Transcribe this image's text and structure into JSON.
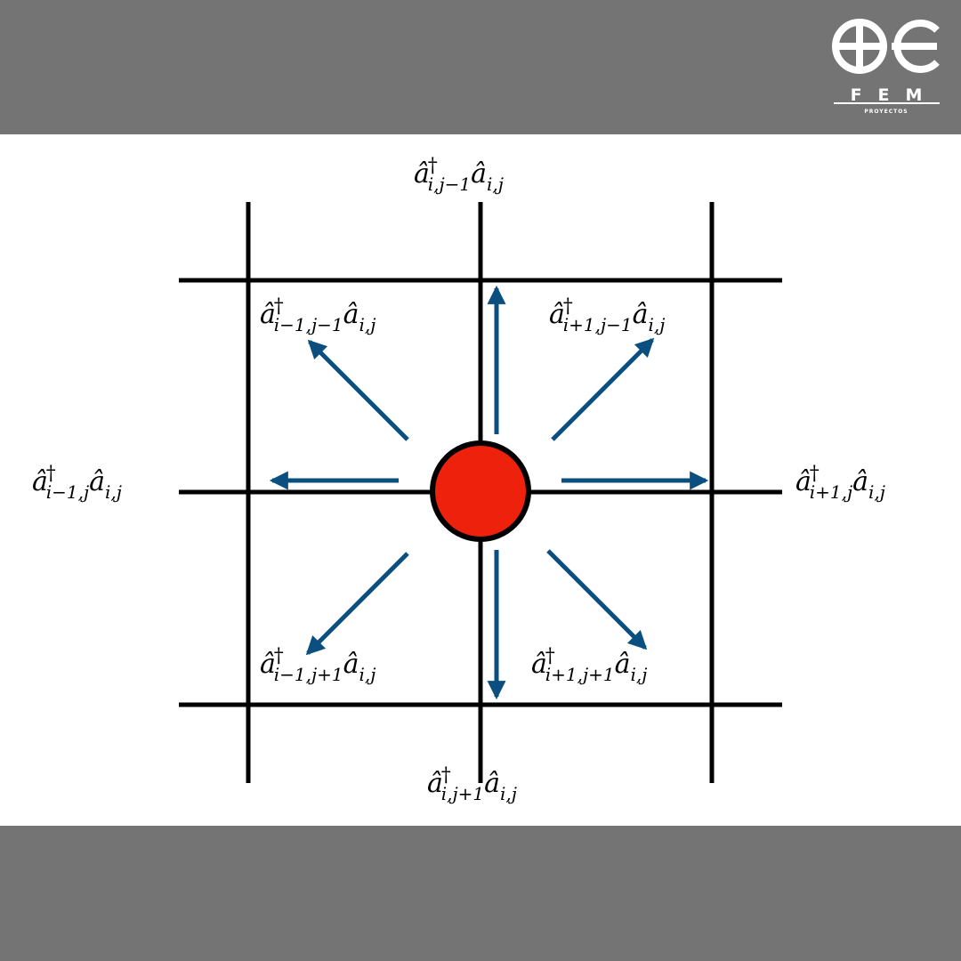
{
  "logo": {
    "wordmark": "FEM",
    "tagline": "PROYECTOS"
  },
  "colors": {
    "background_band": "#747474",
    "panel": "#ffffff",
    "grid_line": "#000000",
    "arrow": "#0a4f80",
    "site": "#ee210d"
  },
  "operators": {
    "up": {
      "head": "â",
      "sup": "†",
      "sub": "i,j−1",
      "tail": "â",
      "tail_sub": "i,j"
    },
    "down": {
      "head": "â",
      "sup": "†",
      "sub": "i,j+1",
      "tail": "â",
      "tail_sub": "i,j"
    },
    "left": {
      "head": "â",
      "sup": "†",
      "sub": "i−1,j",
      "tail": "â",
      "tail_sub": "i,j"
    },
    "right": {
      "head": "â",
      "sup": "†",
      "sub": "i+1,j",
      "tail": "â",
      "tail_sub": "i,j"
    },
    "up_left": {
      "head": "â",
      "sup": "†",
      "sub": "i−1,j−1",
      "tail": "â",
      "tail_sub": "i,j"
    },
    "up_right": {
      "head": "â",
      "sup": "†",
      "sub": "i+1,j−1",
      "tail": "â",
      "tail_sub": "i,j"
    },
    "down_left": {
      "head": "â",
      "sup": "†",
      "sub": "i−1,j+1",
      "tail": "â",
      "tail_sub": "i,j"
    },
    "down_right": {
      "head": "â",
      "sup": "†",
      "sub": "i+1,j+1",
      "tail": "â",
      "tail_sub": "i,j"
    }
  }
}
